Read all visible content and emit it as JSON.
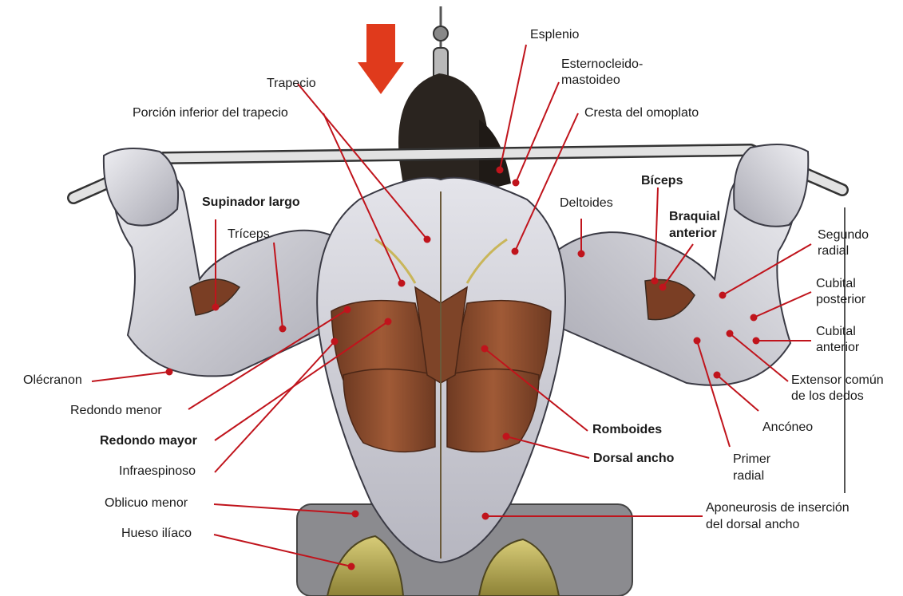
{
  "diagram": {
    "colors": {
      "leader": "#c0141c",
      "dot": "#c0141c",
      "arrow": "#e03a1c",
      "skin_dark": "#2a241f",
      "muscle_light": "#d9d9de",
      "muscle_red": "#8a4a2c",
      "seat": "#b8ab5a",
      "bar": "#d9d9d9"
    },
    "icons": {
      "arrow": "down-arrow",
      "cable": "pulldown-cable"
    },
    "labels": {
      "esplenio": "Esplenio",
      "esterno_1": "Esternocleido-",
      "esterno_2": "mastoideo",
      "trapecio": "Trapecio",
      "porcion_inferior": "Porción inferior del trapecio",
      "cresta": "Cresta del omoplato",
      "biceps": "Bíceps",
      "supinador": "Supinador largo",
      "deltoides": "Deltoides",
      "braquial_1": "Braquial",
      "braquial_2": "anterior",
      "triceps": "Tríceps",
      "segundo_1": "Segundo",
      "segundo_2": "radial",
      "cub_post_1": "Cubital",
      "cub_post_2": "posterior",
      "cub_ant_1": "Cubital",
      "cub_ant_2": "anterior",
      "olecranon": "Olécranon",
      "extensor_1": "Extensor común",
      "extensor_2": "de los dedos",
      "redondo_menor": "Redondo menor",
      "anconeo": "Ancóneo",
      "redondo_mayor": "Redondo mayor",
      "romboides": "Romboides",
      "primer_1": "Primer",
      "primer_2": "radial",
      "dorsal": "Dorsal ancho",
      "infraespinoso": "Infraespinoso",
      "oblicuo": "Oblicuo menor",
      "aponeurosis_1": "Aponeurosis de inserción",
      "aponeurosis_2": "del dorsal ancho",
      "hueso": "Hueso ilíaco"
    }
  }
}
